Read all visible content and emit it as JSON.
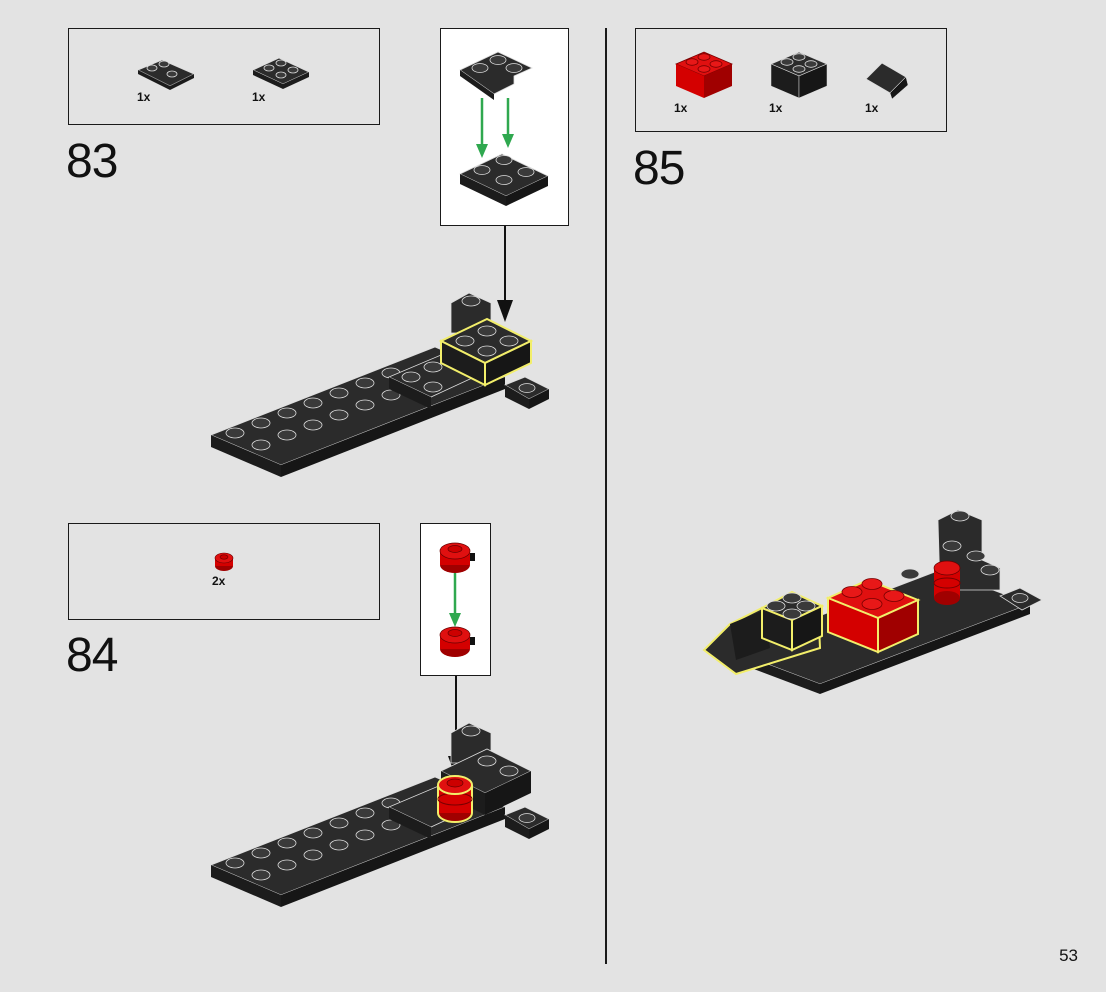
{
  "page": {
    "number": "53"
  },
  "steps": [
    {
      "number": "83",
      "parts": [
        {
          "qty": "1x",
          "name": "corner-plate-2x2-black"
        },
        {
          "qty": "1x",
          "name": "plate-2x2-black"
        }
      ]
    },
    {
      "number": "84",
      "parts": [
        {
          "qty": "2x",
          "name": "round-brick-1x1-red"
        }
      ]
    },
    {
      "number": "85",
      "parts": [
        {
          "qty": "1x",
          "name": "brick-2x2-red"
        },
        {
          "qty": "1x",
          "name": "brick-2x2-black"
        },
        {
          "qty": "1x",
          "name": "slope-black"
        }
      ]
    }
  ],
  "colors": {
    "black_brick": "#2b2b2b",
    "black_brick_side": "#1c1c1c",
    "red_brick": "#d40000",
    "red_brick_side": "#a00000",
    "highlight": "#f2ee6a",
    "arrow_green": "#2fa84f",
    "background": "#e3e3e3"
  }
}
